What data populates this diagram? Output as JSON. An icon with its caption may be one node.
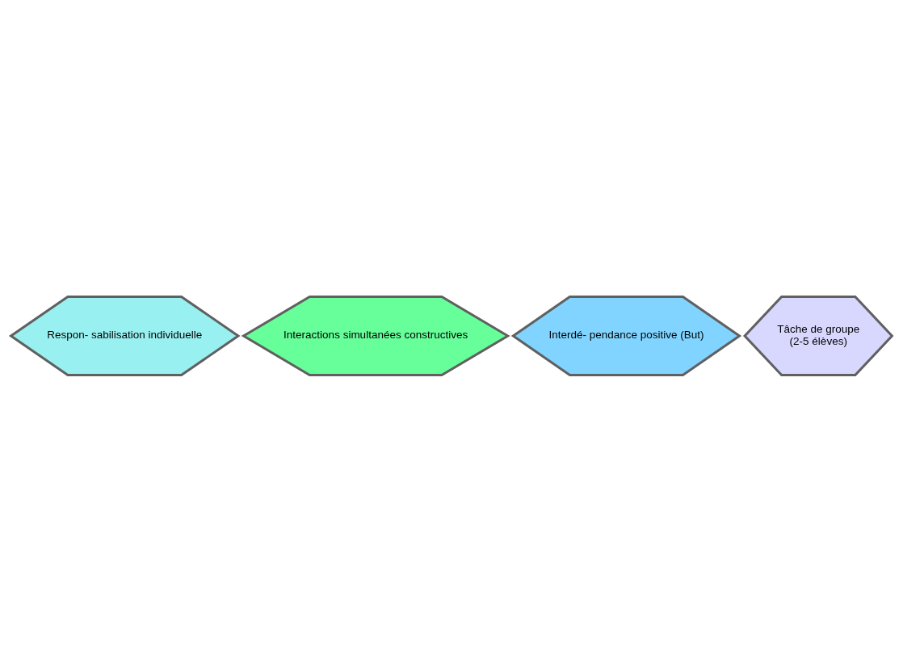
{
  "diagram": {
    "nodes": [
      {
        "text": [
          "Interactions simultanées constructives"
        ]
      },
      {
        "text": [
          "Respon- sabilisation individuelle"
        ]
      },
      {
        "text": [
          "Tâche de groupe",
          "(2-5 élèves)"
        ]
      },
      {
        "text": [
          "Interdé- pendance positive (But)"
        ]
      }
    ]
  }
}
